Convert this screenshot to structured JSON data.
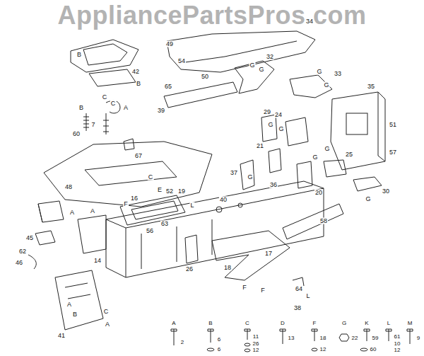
{
  "diagram": {
    "labels": [
      "AppliancePartsPros.com",
      "34",
      "49",
      "54",
      "50",
      "B",
      "42",
      "B",
      "32",
      "G",
      "G",
      "33",
      "G",
      "G",
      "C",
      "C",
      "A",
      "B",
      "7",
      "60",
      "67",
      "65",
      "39",
      "35",
      "51",
      "57",
      "29",
      "24",
      "G",
      "G",
      "G",
      "21",
      "25",
      "G",
      "37",
      "G",
      "36",
      "20",
      "30",
      "G",
      "C",
      "E",
      "52",
      "48",
      "F",
      "16",
      "19",
      "L",
      "40",
      "58",
      "A",
      "A",
      "14",
      "45",
      "62",
      "46",
      "56",
      "63",
      "26",
      "17",
      "18",
      "F",
      "F",
      "64",
      "L",
      "38",
      "41",
      "A",
      "B",
      "C",
      "A",
      "A",
      "B",
      "C",
      "D",
      "F",
      "G",
      "K",
      "L",
      "M",
      "2",
      "6",
      "6",
      "11",
      "26",
      "12",
      "13",
      "18",
      "12",
      "22",
      "59",
      "60",
      "61",
      "10",
      "12",
      "9"
    ]
  }
}
